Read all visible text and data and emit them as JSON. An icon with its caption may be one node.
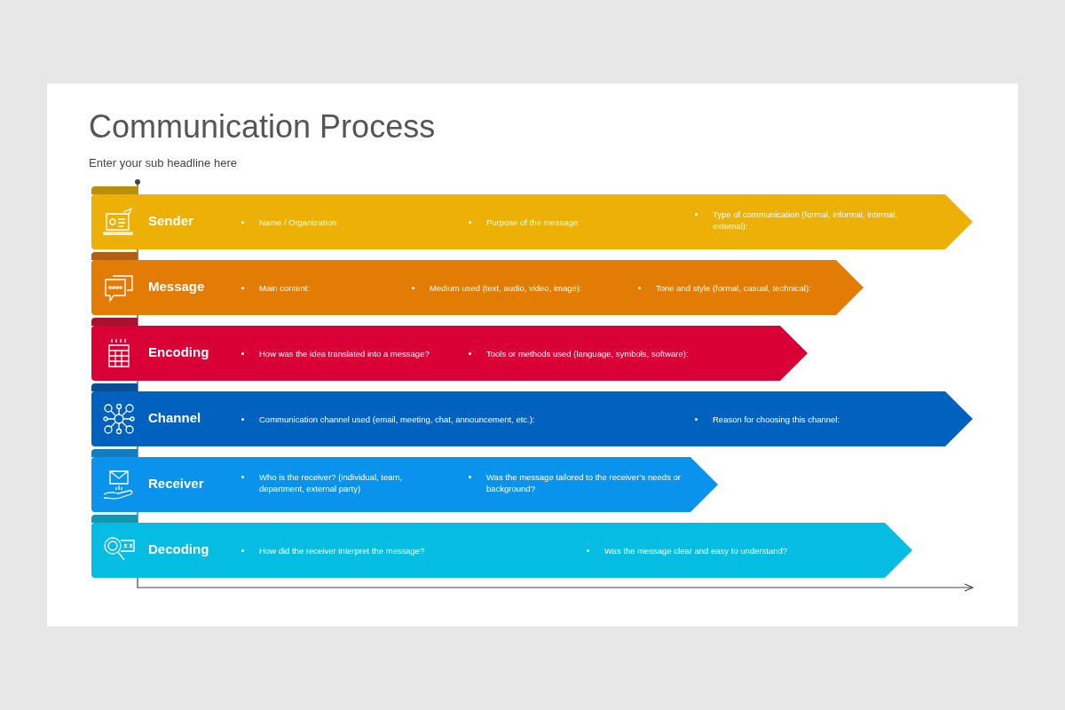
{
  "diagram": {
    "title": "Communication Process",
    "caption": "Enter your sub headline here",
    "nodes": [
      {
        "text": [
          "Sender",
          "Name / Organization:",
          "Purpose of the message:",
          "Type of communication (formal, informal, internal, external):"
        ]
      },
      {
        "text": [
          "Message",
          "Main content:",
          "Medium used (text, audio, video, image):",
          "Tone and style (formal, casual, technical):"
        ]
      },
      {
        "text": [
          "Encoding",
          "How was the idea translated into a message?",
          "Tools or methods used (language, symbols, software):"
        ]
      },
      {
        "text": [
          "Channel",
          "Communication channel used (email, meeting, chat, announcement, etc.):",
          "Reason for choosing this channel:"
        ]
      },
      {
        "text": [
          "Receiver",
          "Who is the receiver? (individual, team, department, external party)",
          "Was the message tailored to the receiver’s needs or background?"
        ]
      },
      {
        "text": [
          "Decoding",
          "How did the receiver interpret the message?",
          "Was the message clear and easy to understand?"
        ]
      }
    ],
    "edges": []
  }
}
